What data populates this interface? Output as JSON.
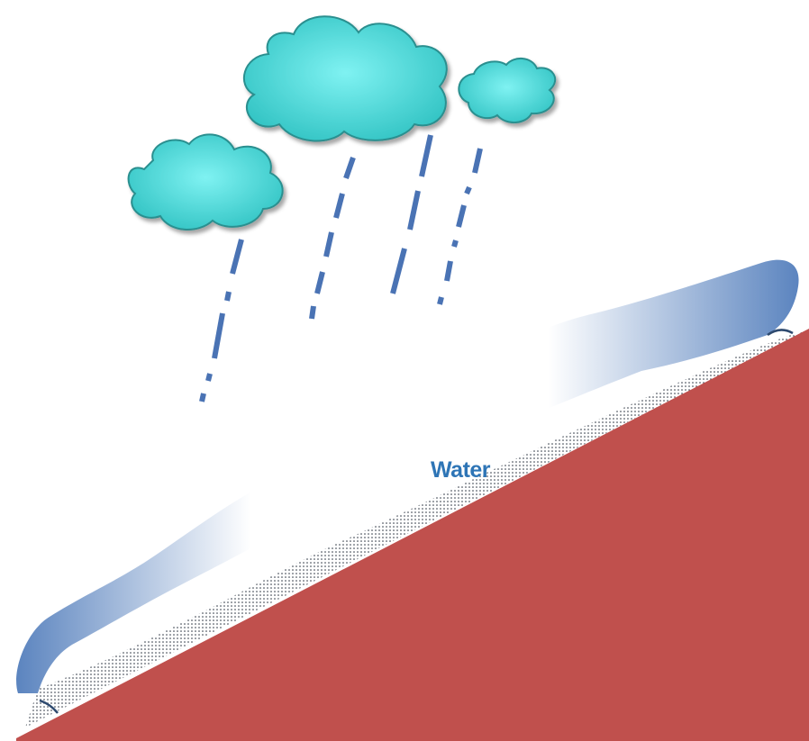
{
  "diagram": {
    "labels": {
      "water": "Water"
    },
    "colors": {
      "sky_background": "#ffffff",
      "hillside": "#c0504d",
      "cloud_fill_center": "#7ff2f2",
      "cloud_fill_edge": "#33c4c4",
      "cloud_outline": "#2b8f8f",
      "rain": "#4a73b4",
      "snow_gradient_edge": "#5b84bf",
      "water_dots": "#2a3340",
      "water_label": "#2e75b6"
    },
    "elements": [
      "cloud-icon",
      "rain-streak",
      "snowpack",
      "water-layer",
      "hillside-slope"
    ]
  }
}
